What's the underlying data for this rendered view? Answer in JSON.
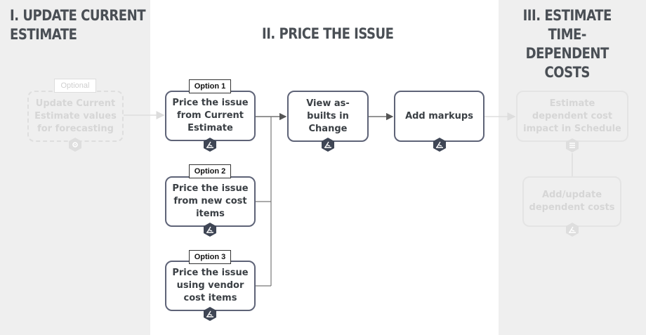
{
  "phases": {
    "phase1": "I. UPDATE CURRENT\nESTIMATE",
    "phase2": "II. PRICE THE ISSUE",
    "phase3": "III. ESTIMATE TIME-\nDEPENDENT COSTS"
  },
  "steps": {
    "update_current": {
      "label": "Update Current\nEstimate values\nfor forecasting",
      "tag": "Optional"
    },
    "option1": {
      "label": "Price the issue\nfrom Current\nEstimate",
      "tag": "Option 1"
    },
    "option2": {
      "label": "Price the issue\nfrom new cost\nitems",
      "tag": "Option 2"
    },
    "option3": {
      "label": "Price the issue\nusing vendor\ncost items",
      "tag": "Option 3"
    },
    "view_asbuilts": {
      "label": "View as-\nbuilts in\nChange"
    },
    "add_markups": {
      "label": "Add markups"
    },
    "estimate_dependent": {
      "label": "Estimate\ndependent cost\nimpact in Schedule"
    },
    "add_update_dependent": {
      "label": "Add/update\ndependent costs"
    }
  },
  "colors": {
    "panel_bg": "#efefef",
    "active_border": "#5e6377",
    "hex_dark": "#3f4655",
    "faded": "#e0e0e0"
  },
  "icons": {
    "estimate": "estimate-hex-icon",
    "schedule": "schedule-hex-icon",
    "settings": "settings-hex-icon"
  }
}
